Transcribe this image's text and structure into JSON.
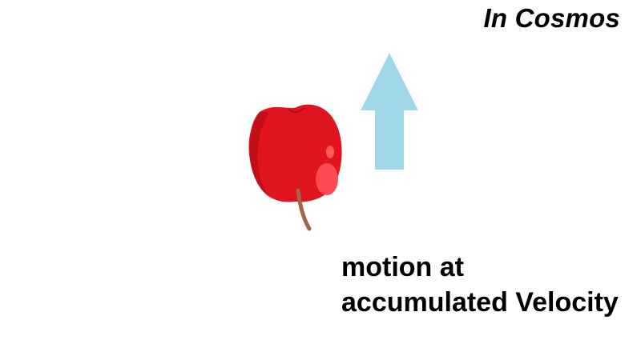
{
  "title": "In Cosmos",
  "caption": {
    "line1": "motion at",
    "line2": "accumulated Velocity"
  },
  "colors": {
    "apple_body": "#e0141e",
    "apple_highlight": "#ff4a52",
    "apple_stem": "#a0664a",
    "arrow": "#a0d8ea"
  },
  "icons": {
    "apple": "apple-icon",
    "arrow": "up-arrow-icon"
  }
}
